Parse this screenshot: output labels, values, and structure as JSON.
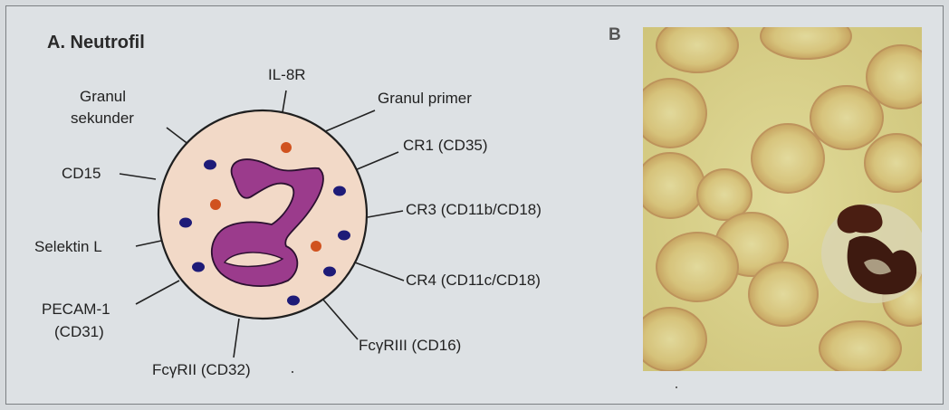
{
  "figure": {
    "panel_a_title": "A. Neutrofil",
    "panel_b_label": "B"
  },
  "labels": {
    "il8r": "IL-8R",
    "granul_sekunder_1": "Granul",
    "granul_sekunder_2": "sekunder",
    "granul_primer": "Granul primer",
    "cd15": "CD15",
    "cr1": "CR1 (CD35)",
    "cr3": "CR3 (CD11b/CD18)",
    "selektin": "Selektin L",
    "cr4": "CR4 (CD11c/CD18)",
    "pecam_1": "PECAM-1",
    "pecam_2": "(CD31)",
    "fcriii": "FcγRIII (CD16)",
    "fcrii": "FcγRII (CD32)"
  },
  "colors": {
    "cell_fill": "#f2d9c7",
    "nucleus": "#9b3b8c",
    "secondary_granule": "#1e1b78",
    "primary_granule": "#d0521f"
  }
}
